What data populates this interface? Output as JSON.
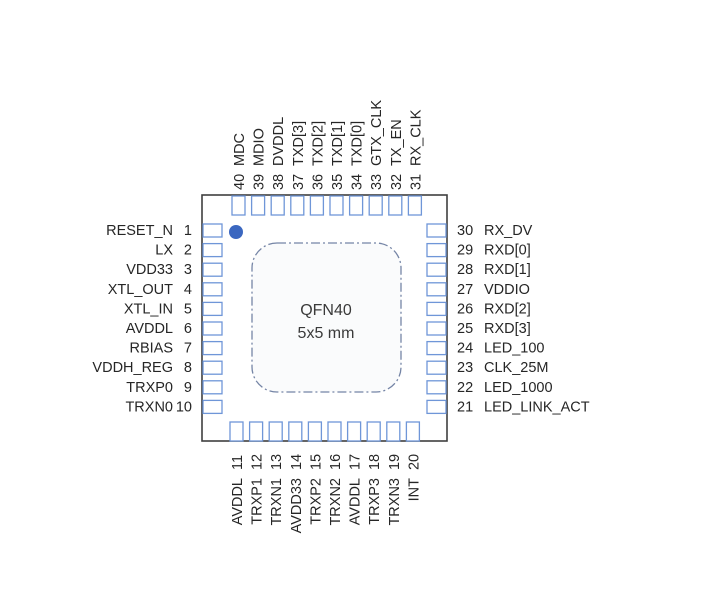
{
  "package": {
    "name": "QFN40",
    "size": "5x5 mm",
    "colors": {
      "body_outline": "#3f3f3f",
      "pin_outline": "#6f96d8",
      "pin1_marker": "#3b67c0",
      "exposed_pad_outline": "#7585a6",
      "exposed_pad_fill": "#fafbfc"
    }
  },
  "pins": {
    "left": [
      {
        "num": "1",
        "name": "RESET_N"
      },
      {
        "num": "2",
        "name": "LX"
      },
      {
        "num": "3",
        "name": "VDD33"
      },
      {
        "num": "4",
        "name": "XTL_OUT"
      },
      {
        "num": "5",
        "name": "XTL_IN"
      },
      {
        "num": "6",
        "name": "AVDDL"
      },
      {
        "num": "7",
        "name": "RBIAS"
      },
      {
        "num": "8",
        "name": "VDDH_REG"
      },
      {
        "num": "9",
        "name": "TRXP0"
      },
      {
        "num": "10",
        "name": "TRXN0"
      }
    ],
    "bottom": [
      {
        "num": "11",
        "name": "AVDDL"
      },
      {
        "num": "12",
        "name": "TRXP1"
      },
      {
        "num": "13",
        "name": "TRXN1"
      },
      {
        "num": "14",
        "name": "AVDD33"
      },
      {
        "num": "15",
        "name": "TRXP2"
      },
      {
        "num": "16",
        "name": "TRXN2"
      },
      {
        "num": "17",
        "name": "AVDDL"
      },
      {
        "num": "18",
        "name": "TRXP3"
      },
      {
        "num": "19",
        "name": "TRXN3"
      },
      {
        "num": "20",
        "name": "INT"
      }
    ],
    "right": [
      {
        "num": "21",
        "name": "LED_LINK_ACT"
      },
      {
        "num": "22",
        "name": "LED_1000"
      },
      {
        "num": "23",
        "name": "CLK_25M"
      },
      {
        "num": "24",
        "name": "LED_100"
      },
      {
        "num": "25",
        "name": "RXD[3]"
      },
      {
        "num": "26",
        "name": "RXD[2]"
      },
      {
        "num": "27",
        "name": "VDDIO"
      },
      {
        "num": "28",
        "name": "RXD[1]"
      },
      {
        "num": "29",
        "name": "RXD[0]"
      },
      {
        "num": "30",
        "name": "RX_DV"
      }
    ],
    "top": [
      {
        "num": "31",
        "name": "RX_CLK"
      },
      {
        "num": "32",
        "name": "TX_EN"
      },
      {
        "num": "33",
        "name": "GTX_CLK"
      },
      {
        "num": "34",
        "name": "TXD[0]"
      },
      {
        "num": "35",
        "name": "TXD[1]"
      },
      {
        "num": "36",
        "name": "TXD[2]"
      },
      {
        "num": "37",
        "name": "TXD[3]"
      },
      {
        "num": "38",
        "name": "DVDDL"
      },
      {
        "num": "39",
        "name": "MDIO"
      },
      {
        "num": "40",
        "name": "MDC"
      }
    ]
  }
}
